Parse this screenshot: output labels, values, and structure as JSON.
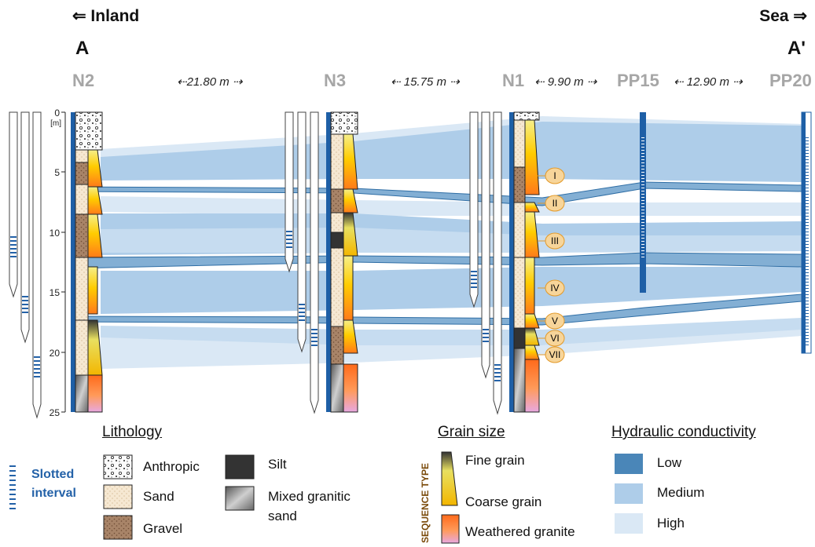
{
  "header": {
    "inland": "⇐ Inland",
    "sea": "Sea ⇒",
    "section_start": "A",
    "section_end": "A'"
  },
  "wells": [
    "N2",
    "N3",
    "N1",
    "PP15",
    "PP20"
  ],
  "distances": [
    "⇠21.80 m ⇢",
    "⇠ 15.75 m ⇢",
    "⇠ 9.90 m ⇢",
    "⇠ 12.90 m ⇢"
  ],
  "depth_axis": {
    "unit": "[m]",
    "ticks": [
      "0",
      "5",
      "10",
      "15",
      "20",
      "25"
    ]
  },
  "sequences": [
    "I",
    "II",
    "III",
    "IV",
    "V",
    "VI",
    "VII"
  ],
  "legend": {
    "slotted_line1": "Slotted",
    "slotted_line2": "interval",
    "lithology_title": "Lithology",
    "lithology_items": [
      "Anthropic",
      "Sand",
      "Gravel",
      "Silt",
      "Mixed granitic",
      "sand"
    ],
    "grain_title": "Grain size",
    "sequence_type": "SEQUENCE TYPE",
    "grain_items": [
      "Fine grain",
      "Coarse grain",
      "Weathered granite"
    ],
    "hydraulic_title": "Hydraulic conductivity",
    "hydraulic_items": [
      "Low",
      "Medium",
      "High"
    ]
  },
  "colors": {
    "low": "#4a86b8",
    "medium": "#aecde9",
    "high": "#dae8f5",
    "slot": "#2462a8",
    "sequence_circle_fill": "#f7d59a",
    "sequence_circle_stroke": "#e39a2a"
  }
}
